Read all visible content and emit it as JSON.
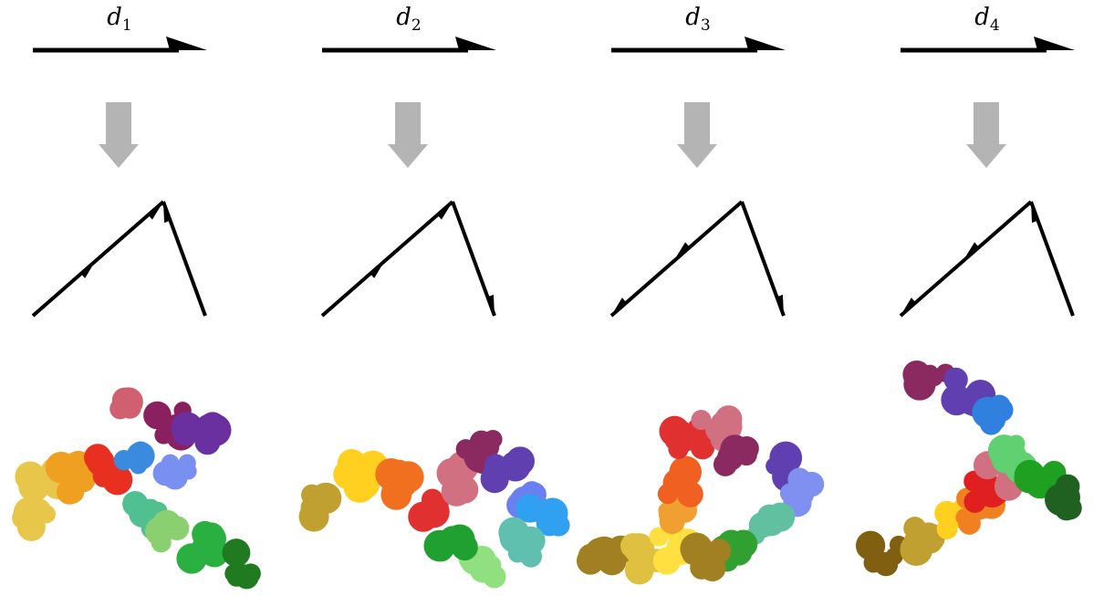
{
  "columns": [
    {
      "label": "d",
      "sub": "1",
      "theme": [
        "#e7c64a",
        "#f0a020",
        "#e83020",
        "#d06070",
        "#8a2060",
        "#6a30a0",
        "#3a8ae0",
        "#7a90f0",
        "#50c090",
        "#8ad070",
        "#2ab040",
        "#207a20"
      ]
    },
    {
      "label": "d",
      "sub": "2",
      "theme": [
        "#c0a030",
        "#ffd020",
        "#f07020",
        "#e03030",
        "#d07080",
        "#8a2a60",
        "#6040b0",
        "#6a80f0",
        "#30a0f0",
        "#60c0b0",
        "#90e080",
        "#20a030"
      ]
    },
    {
      "label": "d",
      "sub": "3",
      "theme": [
        "#a08020",
        "#e0c040",
        "#ffe040",
        "#f0a030",
        "#f06020",
        "#e03030",
        "#d07080",
        "#8a2a60",
        "#6040b0",
        "#8090f0",
        "#60c0a0",
        "#30a030"
      ]
    },
    {
      "label": "d",
      "sub": "4",
      "theme": [
        "#806010",
        "#c0a030",
        "#ffd020",
        "#f08020",
        "#e02020",
        "#d07080",
        "#8a2a60",
        "#6040b0",
        "#3080e0",
        "#60d070",
        "#20a020",
        "#206020"
      ]
    }
  ],
  "colors": {
    "stroke": "#000000",
    "down_arrow": "#b4b4b4"
  },
  "icons": {
    "down": "down-arrow-icon"
  }
}
